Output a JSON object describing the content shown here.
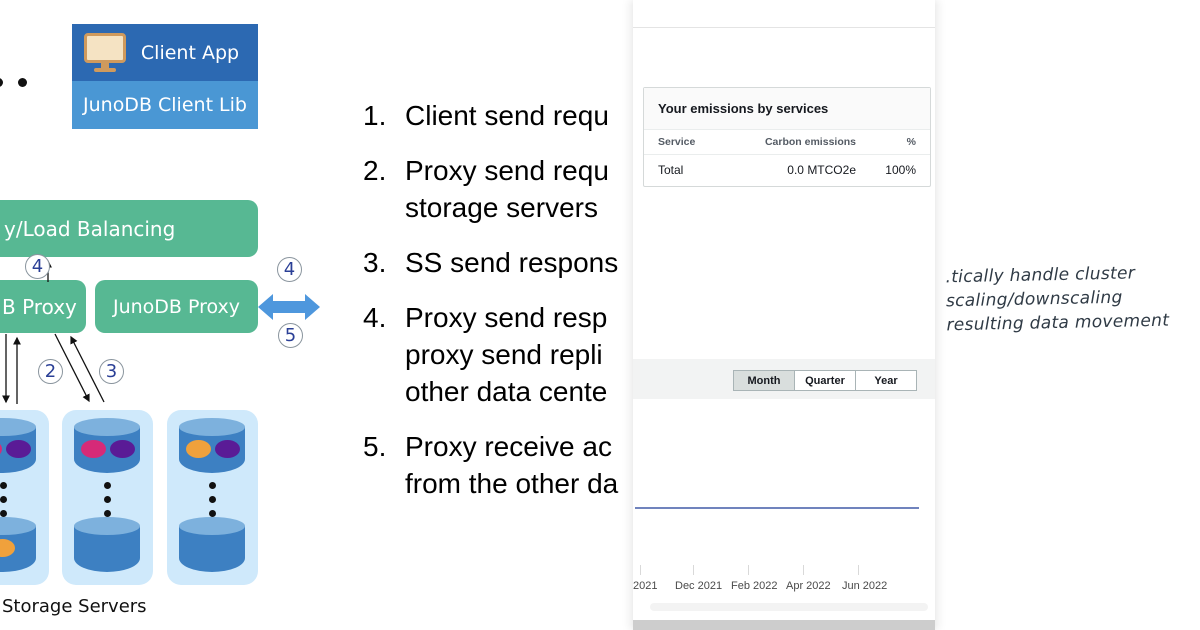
{
  "diagram": {
    "client_app": {
      "title": "Client App",
      "lib": "JunoDB Client Lib"
    },
    "load_balancer_label": "y/Load Balancing",
    "proxy_left_label": "B Proxy",
    "proxy_right_label": "JunoDB Proxy",
    "storage_label": "Storage Servers",
    "badges": {
      "above_proxy": "4",
      "datacenter_top": "4",
      "datacenter_bottom": "5",
      "to_storage": "2",
      "from_storage": "3"
    },
    "colors": {
      "green": "#57b893",
      "client_dark_blue": "#2c69b2",
      "client_light_blue": "#4a97d4",
      "container_blue": "#cfe9fb",
      "cylinder_blue": "#3d80c2",
      "cylinder_top_blue": "#7db1dd",
      "dot_pink": "#d62a78",
      "dot_purple": "#5a1b96",
      "dot_orange": "#f0a13c",
      "arrow_blue": "#4e97dd"
    }
  },
  "steps": {
    "items": [
      {
        "num": "1.",
        "lines": [
          "Client send requ"
        ]
      },
      {
        "num": "2.",
        "lines": [
          "Proxy send requ",
          "storage servers"
        ]
      },
      {
        "num": "3.",
        "lines": [
          "SS send respons"
        ]
      },
      {
        "num": "4.",
        "lines": [
          "Proxy send resp",
          "proxy send repli",
          "other data cente"
        ]
      },
      {
        "num": "5.",
        "lines": [
          "Proxy receive ac",
          "from the other da"
        ]
      }
    ]
  },
  "panel": {
    "emissions_card": {
      "title": "Your emissions by services",
      "columns": [
        "Service",
        "Carbon emissions",
        "%"
      ],
      "total_row": {
        "service": "Total",
        "emissions": "0.0 MTCO2e",
        "percent": "100%"
      }
    },
    "tabs": {
      "options": [
        "Month",
        "Quarter",
        "Year"
      ],
      "selected": "Month"
    },
    "axis_labels": [
      "2021",
      "Dec 2021",
      "Feb 2022",
      "Apr 2022",
      "Jun 2022"
    ]
  },
  "chart_data": {
    "type": "line",
    "x": [
      "2021",
      "Dec 2021",
      "Feb 2022",
      "Apr 2022",
      "Jun 2022"
    ],
    "series": [
      {
        "name": "Carbon emissions",
        "values": [
          0,
          0,
          0,
          0,
          0
        ]
      }
    ],
    "title": "Your emissions by services",
    "xlabel": "",
    "ylabel": "",
    "legend": "hidden",
    "notes": "flat horizontal line at 0.0 MTCO2e across all months; Month/Quarter/Year granularity tabs, Month selected"
  },
  "note": {
    "lines": [
      ".tically handle cluster",
      "scaling/downscaling",
      "resulting data movement"
    ]
  }
}
